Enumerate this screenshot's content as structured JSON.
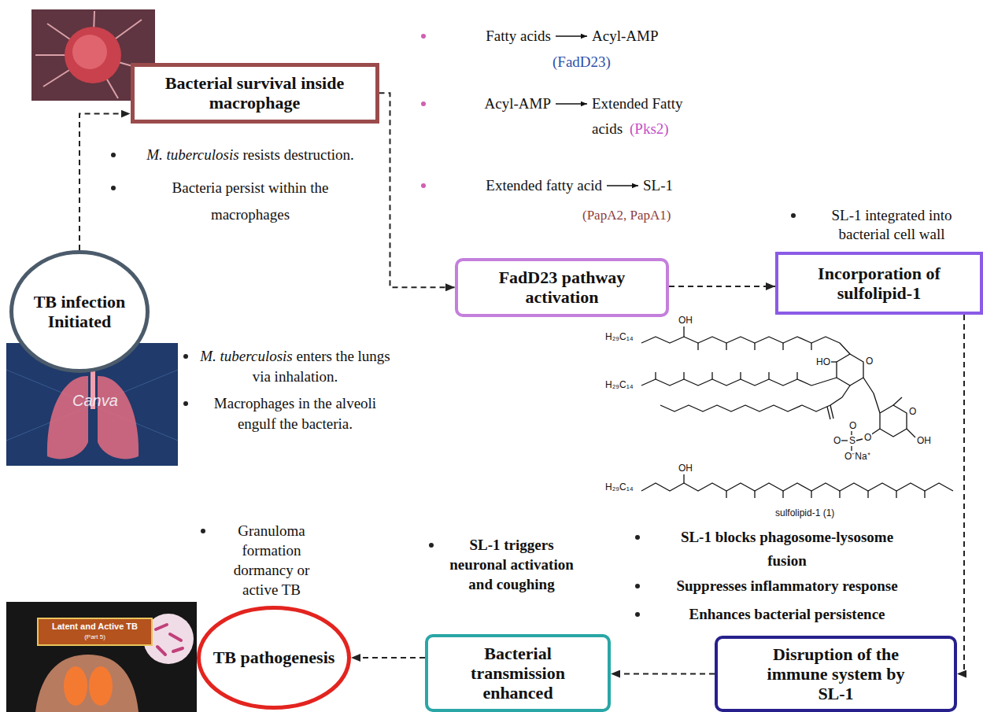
{
  "diagram": {
    "nodes": [
      {
        "text": [
          "TB infection Initiated"
        ]
      },
      {
        "text": [
          "Bacterial survival inside macrophage"
        ]
      },
      {
        "text": [
          "FadD23 pathway activation"
        ]
      },
      {
        "text": [
          "Incorporation of sulfolipid-1"
        ]
      },
      {
        "text": [
          "Disruption of the immune system by SL-1"
        ]
      },
      {
        "text": [
          "Bacterial transmission enhanced"
        ]
      },
      {
        "text": [
          "TB pathogenesis"
        ]
      }
    ],
    "edges": [
      {
        "from": 0,
        "to": 1,
        "arrow": "to"
      },
      {
        "from": 1,
        "to": 2,
        "arrow": "to"
      },
      {
        "from": 2,
        "to": 3,
        "arrow": "to"
      },
      {
        "from": 3,
        "to": 4,
        "arrow": "to"
      },
      {
        "from": 4,
        "to": 5,
        "arrow": "to"
      },
      {
        "from": 5,
        "to": 6,
        "arrow": "to"
      }
    ],
    "labels": [
      "M. tuberculosis resists destruction.",
      "Bacteria persist within the macrophages",
      "Fatty acids",
      "Acyl-AMP",
      "(FadD23)",
      "Acyl-AMP",
      "Extended Fatty acids",
      "(Pks2)",
      "Extended fatty acid",
      "SL-1",
      "(PapA2, PapA1)",
      "SL-1 integrated into bacterial cell wall",
      "M. tuberculosis enters the lungs via inhalation.",
      "Macrophages in the alveoli engulf the bacteria.",
      "SL-1 blocks phagosome-lysosome fusion",
      "Suppresses inflammatory response",
      "Enhances bacterial persistence",
      "SL-1 triggers neuronal activation and coughing",
      "Granuloma formation dormancy or active TB",
      "H₂₉C₁₄",
      "OH",
      "H₂₉C₁₄",
      "HO",
      "O",
      "O",
      "O",
      "S",
      "O",
      "O",
      "O⁻Na⁺",
      "OH",
      "H₂₉C₁₄",
      "OH",
      "sulfolipid-1 (1)",
      "Canva",
      "Latent and Active TB",
      "(Part 5)"
    ]
  }
}
